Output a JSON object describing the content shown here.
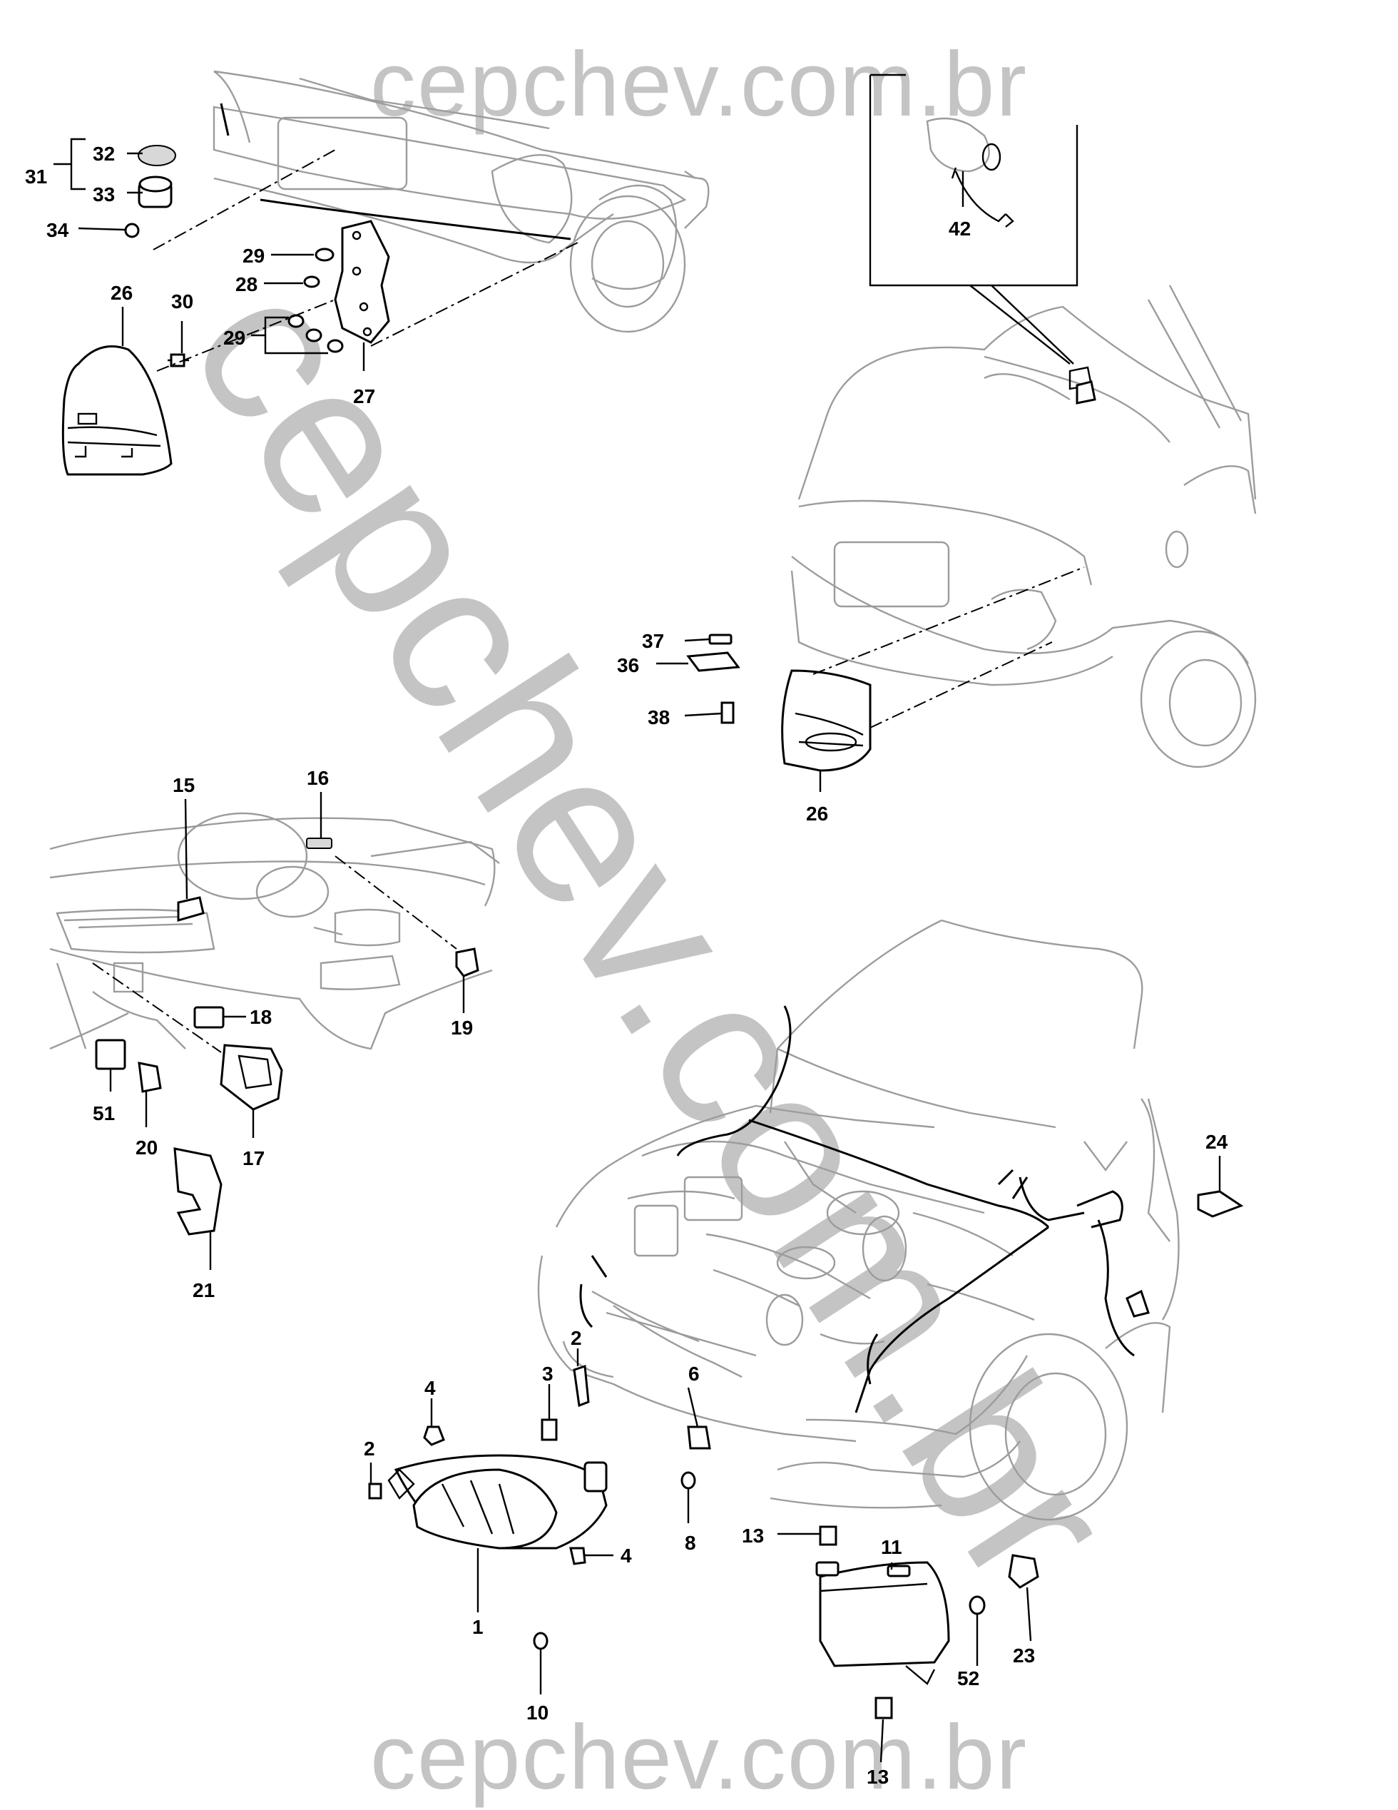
{
  "watermark": {
    "top": "cepchev.com.br",
    "diagonal": "cepchev.com.br",
    "bottom": "cepchev.com.br"
  },
  "callouts": {
    "c1": "1",
    "c2a": "2",
    "c2b": "2",
    "c3": "3",
    "c4a": "4",
    "c4b": "4",
    "c6": "6",
    "c8": "8",
    "c10": "10",
    "c11": "11",
    "c13a": "13",
    "c13b": "13",
    "c15": "15",
    "c16": "16",
    "c17": "17",
    "c18": "18",
    "c19": "19",
    "c20": "20",
    "c21": "21",
    "c23": "23",
    "c24": "24",
    "c26a": "26",
    "c26b": "26",
    "c27": "27",
    "c28": "28",
    "c29a": "29",
    "c29b": "29",
    "c30": "30",
    "c31": "31",
    "c32": "32",
    "c33": "33",
    "c34": "34",
    "c36": "36",
    "c37": "37",
    "c38": "38",
    "c42": "42",
    "c51": "51",
    "c52": "52"
  }
}
